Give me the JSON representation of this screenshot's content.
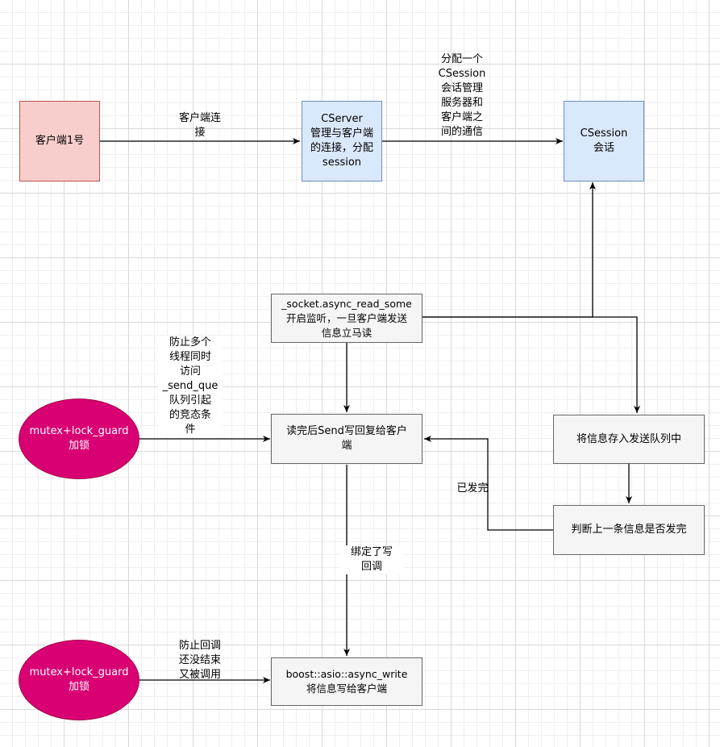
{
  "nodes": {
    "client1": "客户端1号",
    "cserver": "CServer\n管理与客户端\n的连接，分配\nsession",
    "csession": "CSession\n会话",
    "async_read": "_socket.async_read_some\n开启监听，一旦客户端发送\n信息立马读",
    "read_send": "读完后Send写回复给客户\n端",
    "enqueue": "将信息存入发送队列中",
    "check_sent": "判断上一条信息是否发完",
    "async_write": "boost::asio::async_write\n将信息写给客户端",
    "mutex_top": "mutex+lock_guard\n加锁",
    "mutex_bottom": "mutex+lock_guard\n加锁"
  },
  "edge_labels": {
    "client_connect": "客户端连\n接",
    "assign_session": "分配一个\nCSession\n会话管理\n服务器和\n客户端之\n间的通信",
    "prevent_race": "防止多个\n线程同时\n访问\n_send_que\n队列引起\n的竞态条\n件",
    "sent_done": "已发完",
    "bind_write_cb": "绑定了写\n回调",
    "prevent_callback": "防止回调\n还没结束\n又被调用"
  }
}
